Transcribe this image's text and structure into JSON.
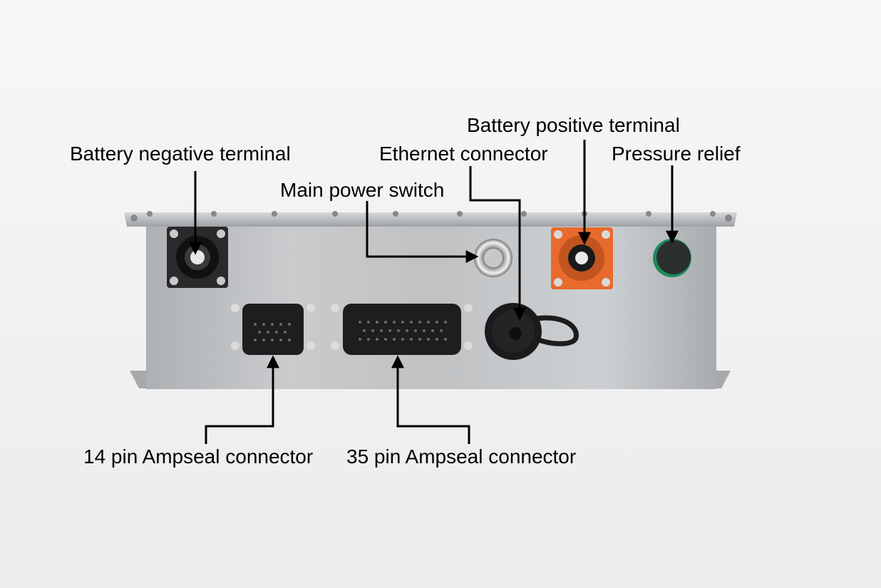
{
  "labels": {
    "battery_negative": "Battery negative terminal",
    "battery_positive": "Battery positive terminal",
    "ethernet": "Ethernet connector",
    "pressure_relief": "Pressure relief",
    "main_power_switch": "Main power switch",
    "ampseal_14": "14 pin Ampseal connector",
    "ampseal_35": "35 pin Ampseal connector"
  },
  "colors": {
    "housing": "#b9bcbf",
    "connector_black": "#1e1e20",
    "terminal_orange": "#e86a2c",
    "pressure_relief_ring": "#1f8a5b",
    "arrow": "#000000"
  }
}
